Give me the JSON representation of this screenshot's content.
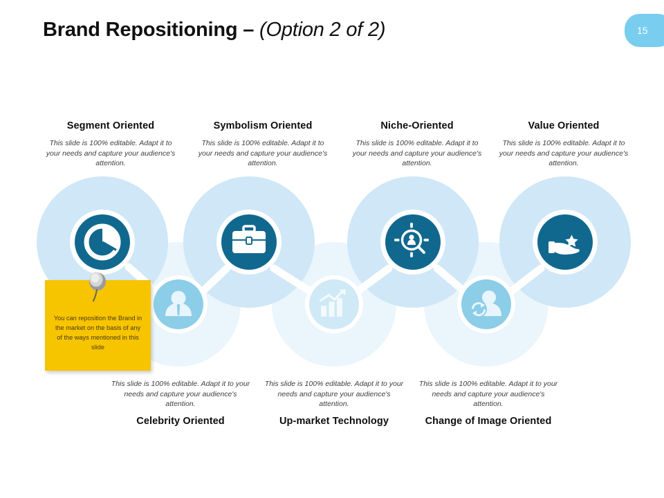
{
  "slide": {
    "title_bold": "Brand Repositioning – ",
    "title_italic": "(Option 2 of 2)",
    "slide_number": "15",
    "badge_color": "#79CDEE",
    "accent_dark_blue": "#11688F",
    "accent_light_blue": "#8CCDE8",
    "accent_pale_blue": "#CDE6F4",
    "accent_faint_blue": "#E8F4FB",
    "sticky_yellow": "#F7C400"
  },
  "body_text": "This slide is 100% editable. Adapt it to your needs and capture your audience's attention.",
  "top_items": [
    {
      "heading": "Segment Oriented",
      "body": "This slide is 100% editable. Adapt it to your needs and capture your audience's attention.",
      "icon": "pie-chart-icon"
    },
    {
      "heading": "Symbolism Oriented",
      "body": "This slide is 100% editable. Adapt it to your needs and capture your audience's attention.",
      "icon": "briefcase-icon"
    },
    {
      "heading": "Niche-Oriented",
      "body": "This slide is 100% editable. Adapt it to your needs and capture your audience's attention.",
      "icon": "target-person-search-icon"
    },
    {
      "heading": "Value Oriented",
      "body": "This slide is 100% editable. Adapt it to your needs and capture your audience's attention.",
      "icon": "hand-star-icon"
    }
  ],
  "bottom_items": [
    {
      "heading": "Celebrity Oriented",
      "body": "This slide is 100% editable. Adapt it to your needs and capture your audience's attention.",
      "icon": "businessperson-icon"
    },
    {
      "heading": "Up-market Technology",
      "body": "This slide is 100% editable. Adapt it to your needs and capture your audience's attention.",
      "icon": "growth-bar-chart-icon"
    },
    {
      "heading": "Change of Image Oriented",
      "body": "This slide is 100% editable. Adapt it to your needs and capture your audience's attention.",
      "icon": "person-refresh-icon"
    }
  ],
  "sticky_note": {
    "text": "You can reposition the Brand in the market on the basis of any of the ways mentioned in this slide",
    "pin_icon": "pushpin-icon"
  }
}
